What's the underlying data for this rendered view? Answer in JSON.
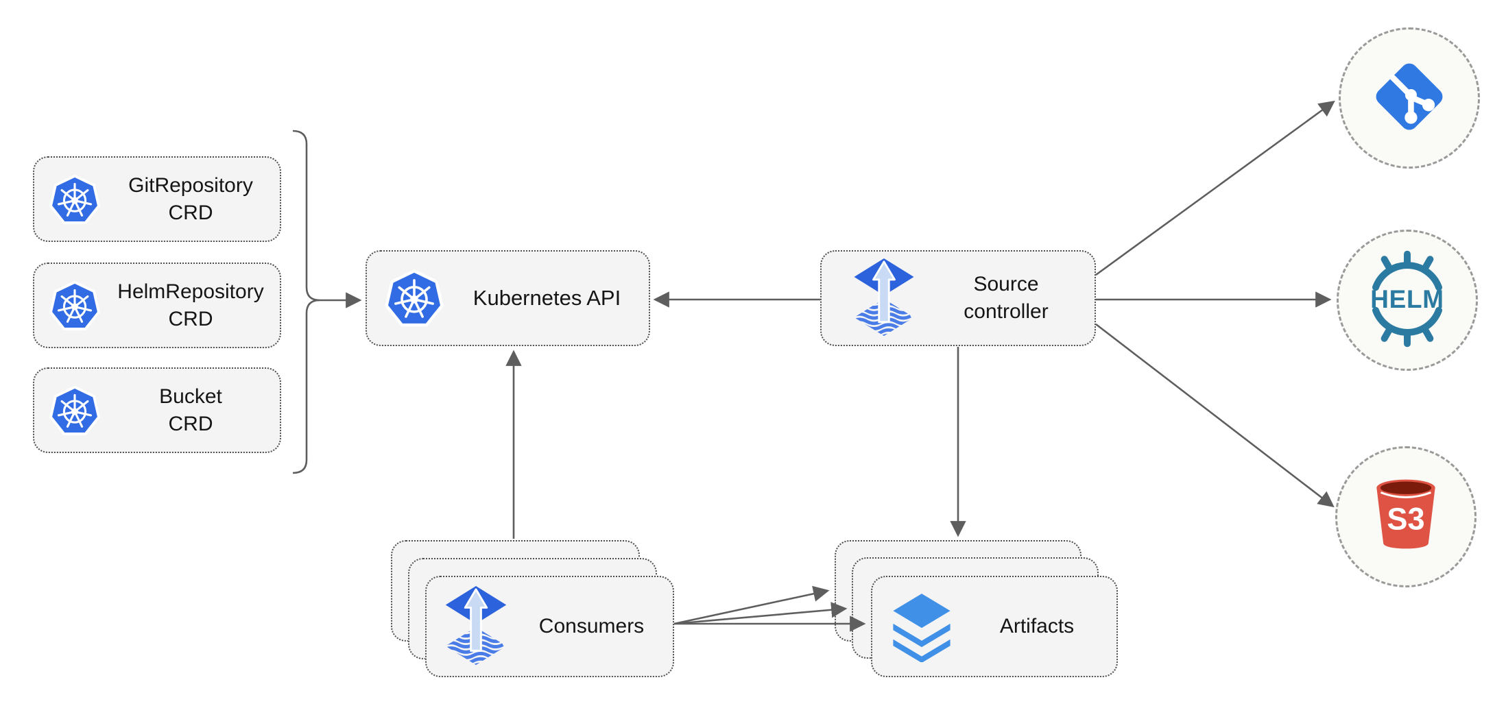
{
  "diagram": {
    "nodes": {
      "crds": [
        {
          "line1": "GitRepository",
          "line2": "CRD"
        },
        {
          "line1": "HelmRepository",
          "line2": "CRD"
        },
        {
          "line1": "Bucket",
          "line2": "CRD"
        }
      ],
      "kubernetes_api": {
        "label": "Kubernetes API"
      },
      "source_controller": {
        "line1": "Source",
        "line2": "controller"
      },
      "consumers": {
        "label": "Consumers"
      },
      "artifacts": {
        "label": "Artifacts"
      },
      "endpoints": {
        "git": {
          "icon": "git-icon"
        },
        "helm": {
          "icon": "helm-icon",
          "label": "HELM"
        },
        "s3": {
          "icon": "s3-icon",
          "label": "S3"
        }
      }
    },
    "colors": {
      "kubernetes_blue": "#326CE5",
      "flux_blue": "#2C63DD",
      "flux_wave_blue": "#4A7CE8",
      "git_blue": "#3079E3",
      "helm_teal": "#2B7AA1",
      "s3_red": "#DF5344",
      "s3_dark": "#7A1B0B",
      "layers_blue": "#4090E8",
      "arrow_gray": "#5E5E5E",
      "node_fill": "#F4F4F4",
      "node_border": "#4D4D4D",
      "endpoint_fill": "#FAFAF6"
    }
  }
}
